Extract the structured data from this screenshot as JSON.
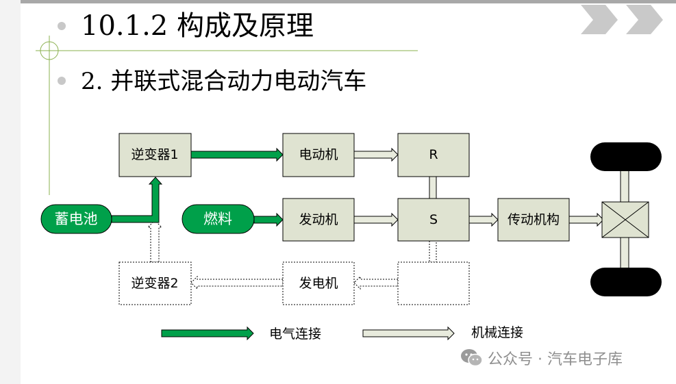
{
  "slide": {
    "heading": "10.1.2  构成及原理",
    "subheading": "2. 并联式混合动力电动汽车"
  },
  "diagram": {
    "blocks": {
      "inverter1": "逆变器1",
      "motor": "电动机",
      "r": "R",
      "battery": "蓄电池",
      "fuel": "燃料",
      "engine": "发动机",
      "s": "S",
      "transmission": "传动机构",
      "inverter2": "逆变器2",
      "generator": "发电机"
    },
    "legend": {
      "electrical": "电气连接",
      "mechanical": "机械连接"
    },
    "colors": {
      "electrical": "#00a04a",
      "block_fill": "#dfe3d1",
      "mechanical_fill": "#e8ebdd"
    }
  },
  "watermark": {
    "text": "公众号 · 汽车电子库"
  }
}
